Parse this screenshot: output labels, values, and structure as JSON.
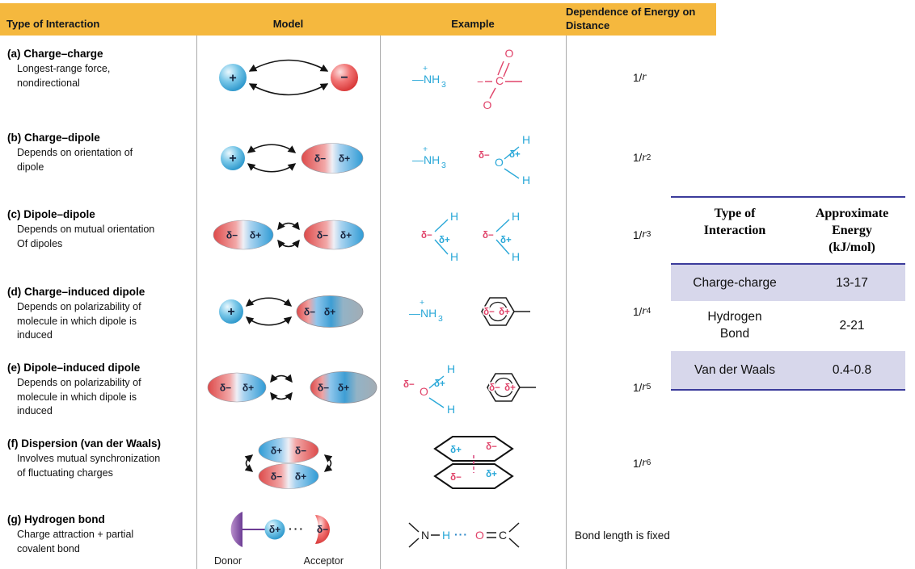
{
  "colors": {
    "header_bg": "#F5B83E",
    "example_cyan": "#2AA8D8",
    "example_pink": "#E0446A",
    "sphere_blue": "#2391C8",
    "sphere_red": "#D32C2C",
    "donor_purple": "#6C3C94",
    "induced_gray": "#A2ACB4",
    "table_highlight": "#D7D7EB",
    "table_line_blue": "#3B3B9B"
  },
  "header": {
    "col_type": "Type of Interaction",
    "col_model": "Model",
    "col_example": "Example",
    "col_dependence": "Dependence of Energy on Distance"
  },
  "rows": [
    {
      "title": "(a) Charge–charge",
      "desc1": "Longest-range force,",
      "desc2": "nondirectional",
      "dep_num": "1/",
      "dep_r": "r"
    },
    {
      "title": "(b) Charge–dipole",
      "desc1": "Depends on orientation of",
      "desc2": "dipole",
      "dep_num": "1/",
      "dep_r": "r",
      "dep_exp": "2"
    },
    {
      "title": "(c) Dipole–dipole",
      "desc1": "Depends on mutual orientation",
      "desc2": "Of dipoles",
      "dep_num": "1/",
      "dep_r": "r",
      "dep_exp": "3"
    },
    {
      "title": "(d) Charge–induced dipole",
      "desc1": "Depends on polarizability of",
      "desc2": "molecule in which dipole is",
      "desc3": "induced",
      "dep_num": "1/",
      "dep_r": "r",
      "dep_exp": "4"
    },
    {
      "title": "(e) Dipole–induced dipole",
      "desc1": "Depends on polarizability of",
      "desc2": "molecule in which dipole is",
      "desc3": "induced",
      "dep_num": "1/",
      "dep_r": "r",
      "dep_exp": "5"
    },
    {
      "title": "(f) Dispersion (van der Waals)",
      "desc1": "Involves mutual synchronization",
      "desc2": "of fluctuating charges",
      "dep_num": "1/",
      "dep_r": "r",
      "dep_exp": "6"
    },
    {
      "title": "(g) Hydrogen bond",
      "desc1": "Charge attraction + partial",
      "desc2": "covalent bond",
      "dep_text": "Bond length is fixed"
    }
  ],
  "models": {
    "a": {
      "plus": "+",
      "minus": "−"
    },
    "b": {
      "plus": "+",
      "dminus": "δ−",
      "dplus": "δ+"
    },
    "c": {
      "e1_dminus": "δ−",
      "e1_dplus": "δ+",
      "e2_dminus": "δ−",
      "e2_dplus": "δ+"
    },
    "d": {
      "plus": "+",
      "dminus": "δ−",
      "dplus": "δ+"
    },
    "e": {
      "e1_dminus": "δ−",
      "e1_dplus": "δ+",
      "e2_dminus": "δ−",
      "e2_dplus": "δ+"
    },
    "f": {
      "top_left": "δ+",
      "top_right": "δ−",
      "bottom_left": "δ−",
      "bottom_right": "δ+"
    },
    "g": {
      "dplus": "δ+",
      "dots": "···",
      "dminus": "δ−",
      "donor": "Donor",
      "acceptor": "Acceptor"
    }
  },
  "examples": {
    "nh3": {
      "main": "—NH",
      "sub": "3",
      "sup": "+"
    },
    "carboxylate": {
      "o_top": "O",
      "c": "C",
      "o_bottom": "O",
      "minus": "−"
    },
    "water": {
      "dminus": "δ−",
      "o": "O",
      "dplus": "δ+",
      "h_top": "H",
      "h_bottom": "H"
    },
    "water_angle": {
      "dminus": "δ−",
      "dplus": "δ+",
      "h_top": "H",
      "h_bottom": "H"
    },
    "benzene": {
      "dminus": "δ−",
      "dplus": "δ+"
    },
    "stacked": {
      "top_left": "δ+",
      "top_right": "δ−",
      "bottom_left": "δ−",
      "bottom_right": "δ+"
    },
    "hbond": {
      "n": "N",
      "h": "H",
      "dots": "···",
      "o": "O",
      "c": "C"
    }
  },
  "energy_table": {
    "header_type_1": "Type of",
    "header_type_2": "Interaction",
    "header_energy_1": "Approximate",
    "header_energy_2": "Energy",
    "header_energy_3": "(kJ/mol)",
    "rows": [
      {
        "type": "Charge-charge",
        "energy": "13-17"
      },
      {
        "type": "Hydrogen Bond",
        "energy": "2-21"
      },
      {
        "type": "Van der Waals",
        "energy": "0.4-0.8"
      }
    ]
  }
}
